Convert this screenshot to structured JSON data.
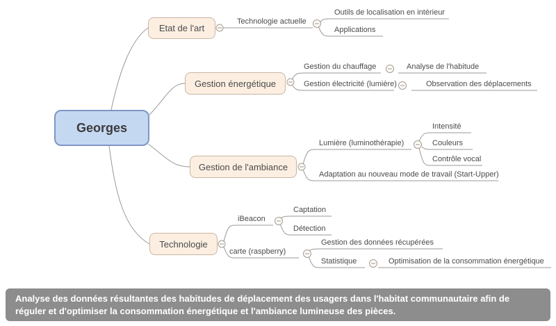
{
  "mindmap": {
    "root": "Georges",
    "branches": [
      {
        "label": "Etat de l'art",
        "children": [
          {
            "label": "Technologie actuelle",
            "children": [
              {
                "label": "Outils de localisation en intérieur"
              },
              {
                "label": "Applications"
              }
            ]
          }
        ]
      },
      {
        "label": "Gestion énergétique",
        "children": [
          {
            "label": "Gestion du chauffage",
            "children": [
              {
                "label": "Analyse de l'habitude"
              }
            ]
          },
          {
            "label": "Gestion électricité (lumière)",
            "children": [
              {
                "label": "Observation des déplacements"
              }
            ]
          }
        ]
      },
      {
        "label": "Gestion de l'ambiance",
        "children": [
          {
            "label": "Lumière (luminothérapie)",
            "children": [
              {
                "label": "Intensité"
              },
              {
                "label": "Couleurs"
              },
              {
                "label": "Contrôle vocal"
              }
            ]
          },
          {
            "label": "Adaptation au nouveau mode de travail (Start-Upper)"
          }
        ]
      },
      {
        "label": "Technologie",
        "children": [
          {
            "label": "iBeacon",
            "children": [
              {
                "label": "Captation"
              },
              {
                "label": "Détection"
              }
            ]
          },
          {
            "label": "carte (raspberry)",
            "children": [
              {
                "label": "Gestion des données récupérées"
              },
              {
                "label": "Statistique",
                "children": [
                  {
                    "label": "Optimisation de la consommation énergétique"
                  }
                ]
              }
            ]
          }
        ]
      }
    ]
  },
  "caption": {
    "text": "Analyse des données résultantes des habitudes de déplacement des usagers dans l'habitat communautaire afin de réguler et d'optimiser la consommation énergétique et l'ambiance lumineuse des pièces."
  },
  "colors": {
    "wire": "#999999",
    "node_fill": "#fcefe2",
    "node_border": "#c8b5a1",
    "root_fill": "#c5d8f2",
    "root_border": "#7f95c4",
    "text": "#4a4a4a",
    "caption_bg": "#8d8d8d",
    "toggle_fill": "#fdfaf6",
    "toggle_stroke": "#a59c91"
  }
}
